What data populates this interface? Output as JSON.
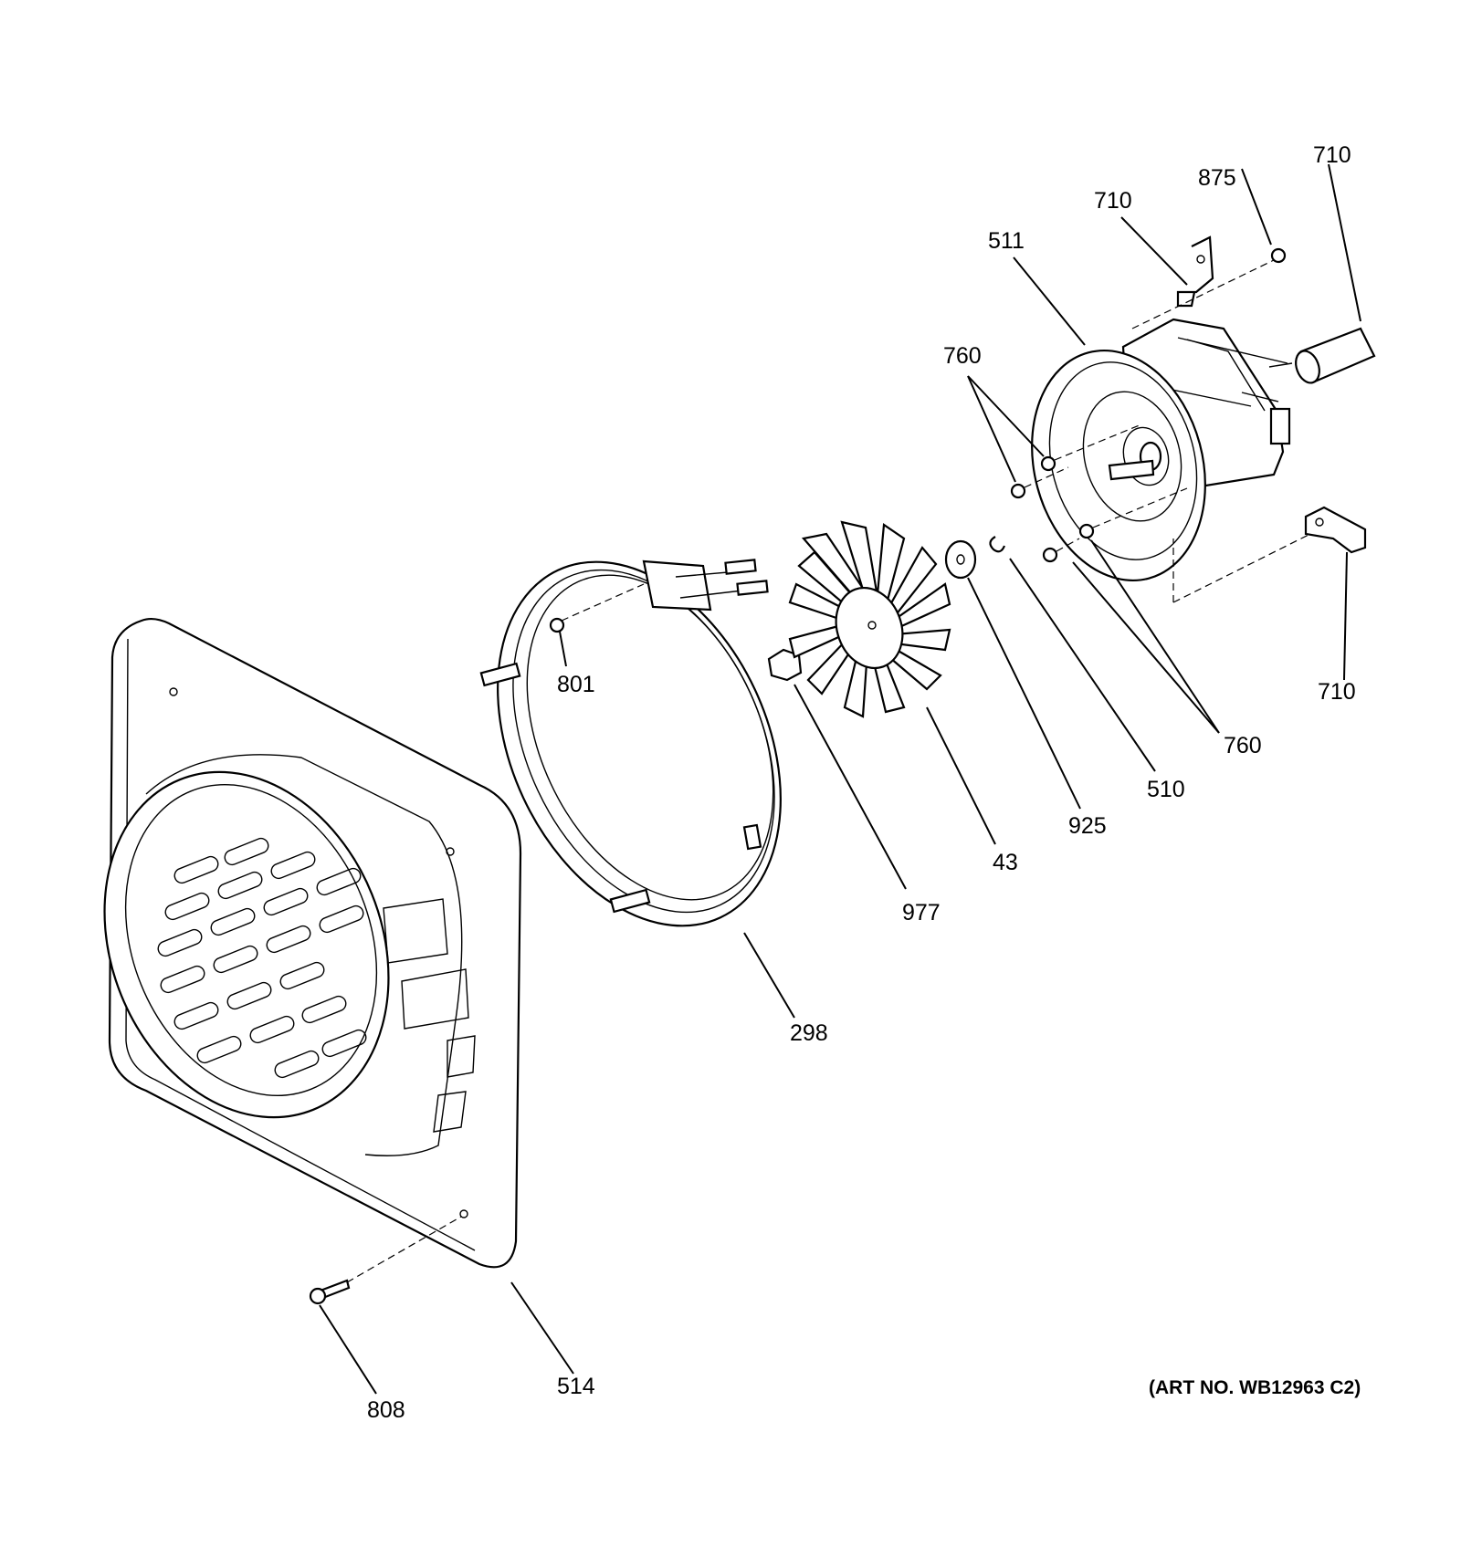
{
  "labels": {
    "l710a": "710",
    "l875": "875",
    "l710b": "710",
    "l511": "511",
    "l760a": "760",
    "l801": "801",
    "l710c": "710",
    "l760b": "760",
    "l510": "510",
    "l925": "925",
    "l43": "43",
    "l977": "977",
    "l298": "298",
    "l514": "514",
    "l808": "808"
  },
  "art_number": "(ART NO. WB12963 C2)"
}
